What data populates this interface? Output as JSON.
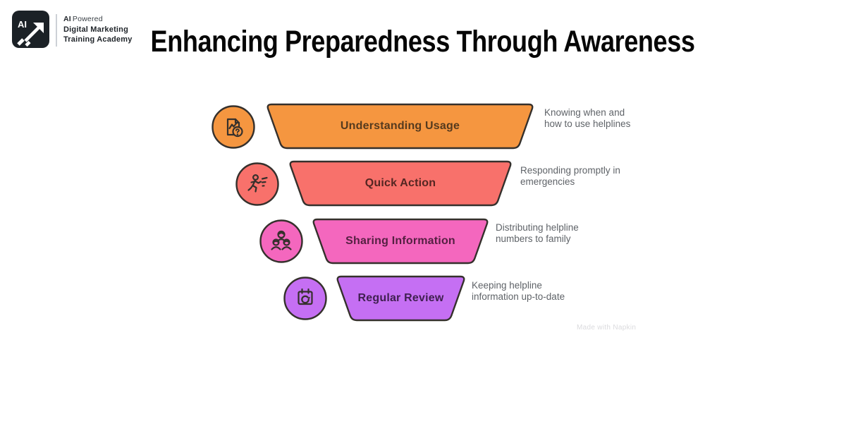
{
  "brand": {
    "logo_text": "AI",
    "name_bold": "AI",
    "name_rest": "Powered",
    "line2": "Digital Marketing",
    "line3": "Training Academy"
  },
  "title": "Enhancing Preparedness Through Awareness",
  "funnel": {
    "type": "funnel",
    "stages": [
      {
        "label": "Understanding Usage",
        "description": "Knowing when and how to use helplines",
        "fill": "#F59640",
        "label_color": "#553A1E",
        "icon": "document-chart-question-icon"
      },
      {
        "label": "Quick Action",
        "description": "Responding promptly in emergencies",
        "fill": "#F8716B",
        "label_color": "#542622",
        "icon": "running-person-icon"
      },
      {
        "label": "Sharing Information",
        "description": "Distributing helpline numbers to family",
        "fill": "#F467BE",
        "label_color": "#552042",
        "icon": "people-group-icon"
      },
      {
        "label": "Regular Review",
        "description": "Keeping helpline information up-to-date",
        "fill": "#C56FF3",
        "label_color": "#402051",
        "icon": "calendar-refresh-icon"
      }
    ]
  },
  "watermark": "Made with Napkin",
  "colors": {
    "background": "#FFFFFF",
    "outline": "#35302C",
    "title_text": "#060606",
    "description_text": "#5F6368",
    "logo_background": "#1B2126"
  }
}
